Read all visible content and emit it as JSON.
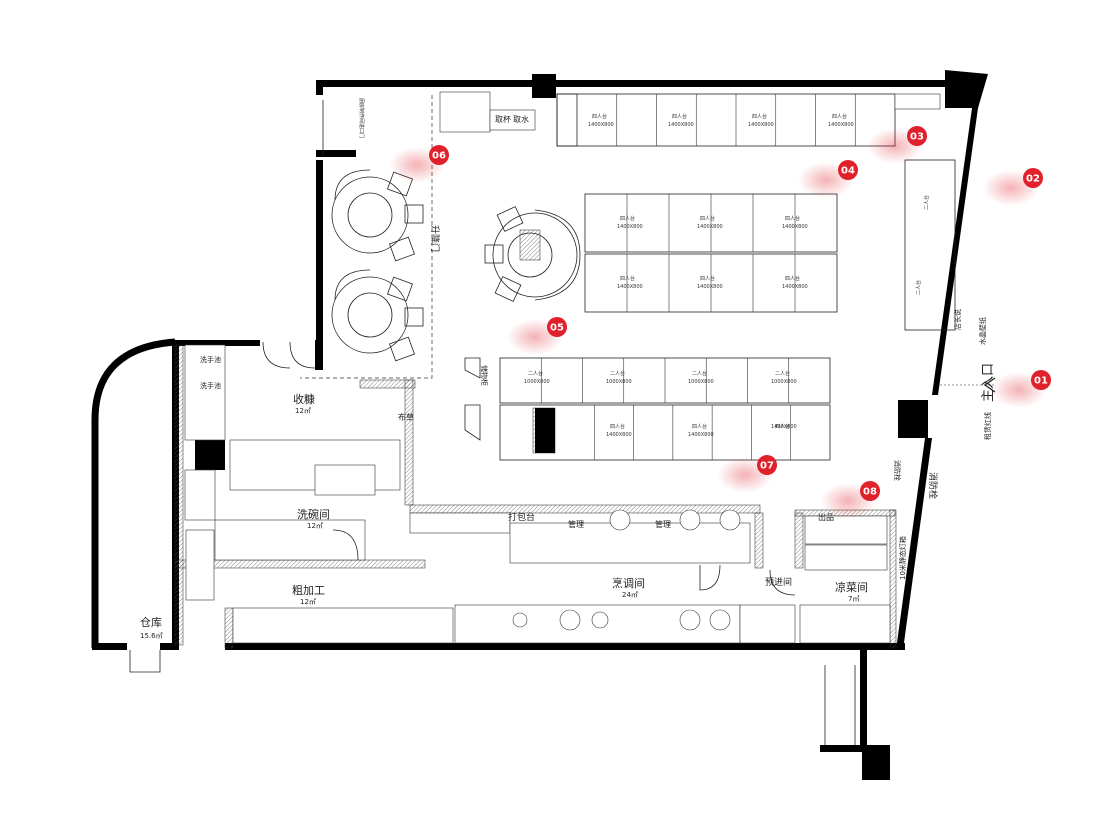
{
  "rooms": {
    "receiving": {
      "name": "收糠",
      "area": "12㎡"
    },
    "dishwashing": {
      "name": "洗碗间",
      "area": "12㎡"
    },
    "rough_processing": {
      "name": "粗加工",
      "area": "12㎡"
    },
    "warehouse": {
      "name": "仓库",
      "area": "15.6㎡"
    },
    "cooking": {
      "name": "烹调间",
      "area": "24㎡"
    },
    "cold_dish": {
      "name": "凉菜间",
      "area": "7㎡"
    },
    "pre_room": {
      "name": "预进间"
    }
  },
  "labels": {
    "main_entrance": "主入口",
    "lift_door": "升降门",
    "wash_basin_1": "洗手池",
    "wash_basin_2": "洗手池",
    "cloth": "布草",
    "pack_table": "打包台",
    "pickup_1": "取杯",
    "pickup_2": "取水",
    "fire_hydrant": "消防栓",
    "pass_counter": "出品",
    "crystal_lamp": "水晶壁纸",
    "long_table": "店长说",
    "red_line": "租赁红线",
    "light_box": "10米静态灯箱",
    "exhaust_1": "管理",
    "exhaust_2": "管理",
    "vertical_right": "消防栓",
    "storage_rack": "储物柜",
    "vertical_left": "厨房制作间进口门"
  },
  "tables": {
    "four_seat": "四人台",
    "four_size": "1400X800",
    "two_seat": "二人台",
    "two_size": "1000X800"
  },
  "markers": [
    "01",
    "02",
    "03",
    "04",
    "05",
    "06",
    "07",
    "08"
  ],
  "colors": {
    "marker": "#e0202a",
    "wall": "#000000",
    "hatch": "#555555"
  }
}
